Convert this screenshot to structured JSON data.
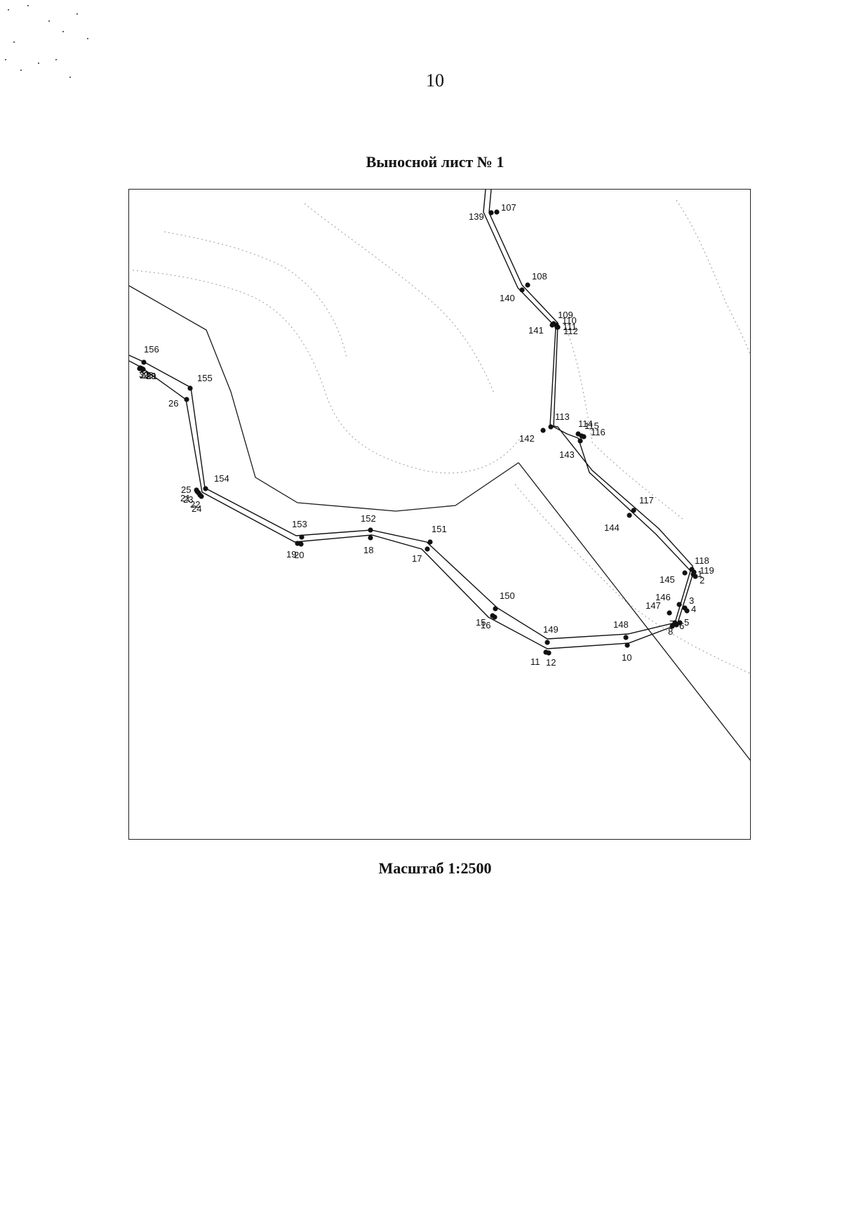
{
  "page": {
    "number": "10"
  },
  "title": "Выносной лист № 1",
  "scale_caption": "Масштаб 1:2500",
  "map": {
    "point_labels": [
      "139",
      "107",
      "108",
      "140",
      "109",
      "110",
      "111",
      "112",
      "141",
      "113",
      "114",
      "115",
      "116",
      "142",
      "143",
      "117",
      "144",
      "118",
      "119",
      "145",
      "1",
      "2",
      "146",
      "147",
      "3",
      "4",
      "5",
      "6",
      "7",
      "8",
      "148",
      "10",
      "149",
      "11",
      "12",
      "150",
      "15",
      "16",
      "151",
      "17",
      "152",
      "18",
      "153",
      "19",
      "20",
      "154",
      "21",
      "22",
      "23",
      "24",
      "25",
      "155",
      "26",
      "156",
      "27",
      "28",
      "29",
      "30",
      "31"
    ]
  }
}
